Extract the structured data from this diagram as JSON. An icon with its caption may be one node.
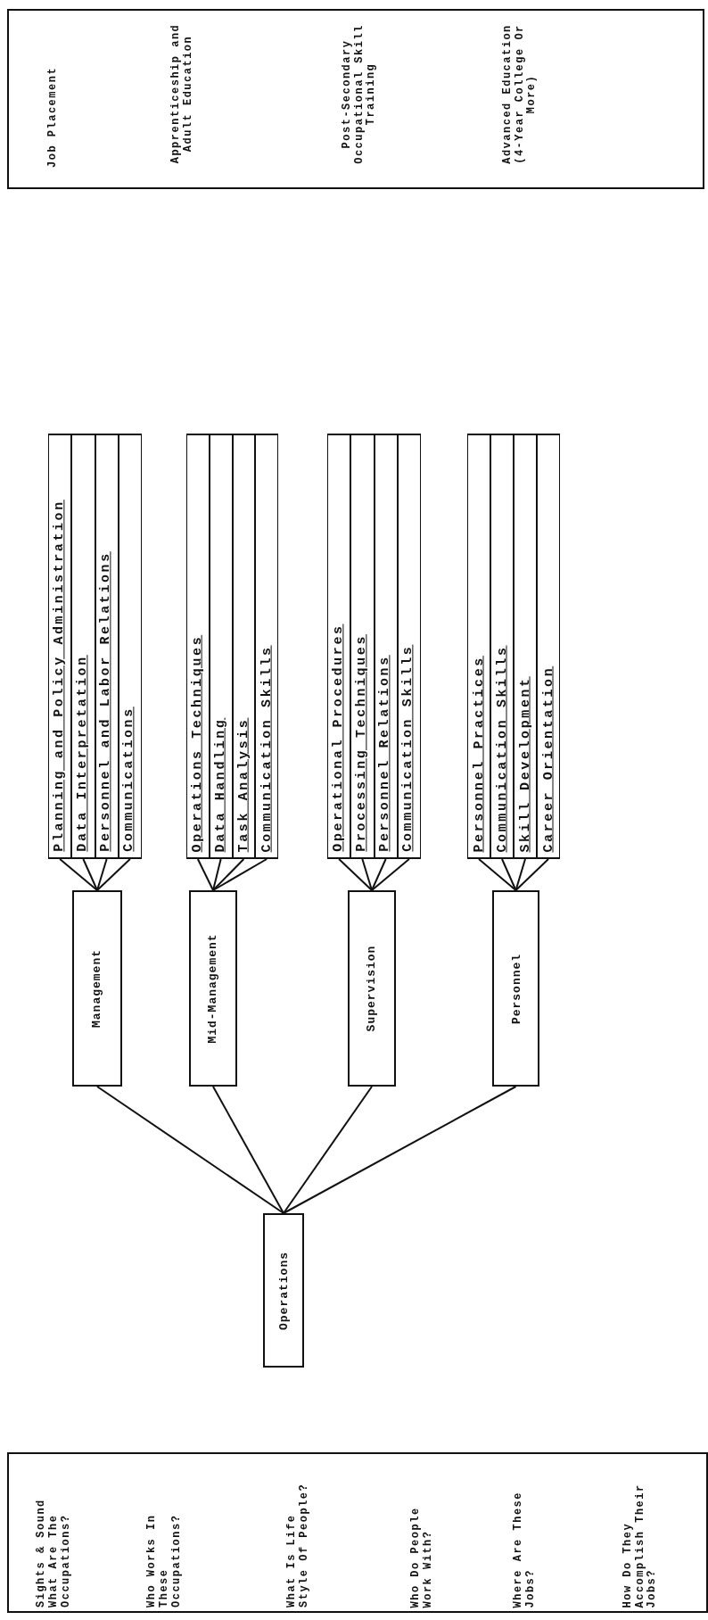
{
  "diagram": {
    "nodes": [
      {
        "text": [
          "Job Placement",
          "Apprenticeship and Adult Education",
          "Post-Secondary Occupational Skill Training",
          "Advanced Education (4-Year College Or More)"
        ]
      },
      {
        "text": [
          "Operations"
        ]
      },
      {
        "text": [
          "Management"
        ]
      },
      {
        "text": [
          "Mid-Management"
        ]
      },
      {
        "text": [
          "Supervision"
        ]
      },
      {
        "text": [
          "Personnel"
        ]
      },
      {
        "text": [
          "Planning and Policy Administration"
        ]
      },
      {
        "text": [
          "Data Interpretation"
        ]
      },
      {
        "text": [
          "Personnel and Labor Relations"
        ]
      },
      {
        "text": [
          "Communications"
        ]
      },
      {
        "text": [
          "Operations Techniques"
        ]
      },
      {
        "text": [
          "Data Handling"
        ]
      },
      {
        "text": [
          "Task Analysis"
        ]
      },
      {
        "text": [
          "Communication Skills"
        ]
      },
      {
        "text": [
          "Operational Procedures"
        ]
      },
      {
        "text": [
          "Processing Techniques"
        ]
      },
      {
        "text": [
          "Personnel Relations"
        ]
      },
      {
        "text": [
          "Communication Skills"
        ]
      },
      {
        "text": [
          "Personnel Practices"
        ]
      },
      {
        "text": [
          "Communication Skills"
        ]
      },
      {
        "text": [
          "Skill Development"
        ]
      },
      {
        "text": [
          "Career Orientation"
        ]
      },
      {
        "text": [
          "Sights & Sound What Are The Occupations?",
          "Who Works In These Occupations?",
          "What Is Life Style Of People?",
          "Who Do People Work With?",
          "Where Are These Jobs?",
          "How Do They Accomplish Their Jobs?"
        ]
      }
    ],
    "edges": [
      {
        "from": 1,
        "to": 2,
        "arrow": "none"
      },
      {
        "from": 1,
        "to": 3,
        "arrow": "none"
      },
      {
        "from": 1,
        "to": 4,
        "arrow": "none"
      },
      {
        "from": 1,
        "to": 5,
        "arrow": "none"
      },
      {
        "from": 2,
        "to": 6,
        "arrow": "none"
      },
      {
        "from": 2,
        "to": 7,
        "arrow": "none"
      },
      {
        "from": 2,
        "to": 8,
        "arrow": "none"
      },
      {
        "from": 2,
        "to": 9,
        "arrow": "none"
      },
      {
        "from": 3,
        "to": 10,
        "arrow": "none"
      },
      {
        "from": 3,
        "to": 11,
        "arrow": "none"
      },
      {
        "from": 3,
        "to": 12,
        "arrow": "none"
      },
      {
        "from": 3,
        "to": 13,
        "arrow": "none"
      },
      {
        "from": 4,
        "to": 14,
        "arrow": "none"
      },
      {
        "from": 4,
        "to": 15,
        "arrow": "none"
      },
      {
        "from": 4,
        "to": 16,
        "arrow": "none"
      },
      {
        "from": 4,
        "to": 17,
        "arrow": "none"
      },
      {
        "from": 5,
        "to": 18,
        "arrow": "none"
      },
      {
        "from": 5,
        "to": 19,
        "arrow": "none"
      },
      {
        "from": 5,
        "to": 20,
        "arrow": "none"
      },
      {
        "from": 5,
        "to": 21,
        "arrow": "none"
      }
    ]
  }
}
